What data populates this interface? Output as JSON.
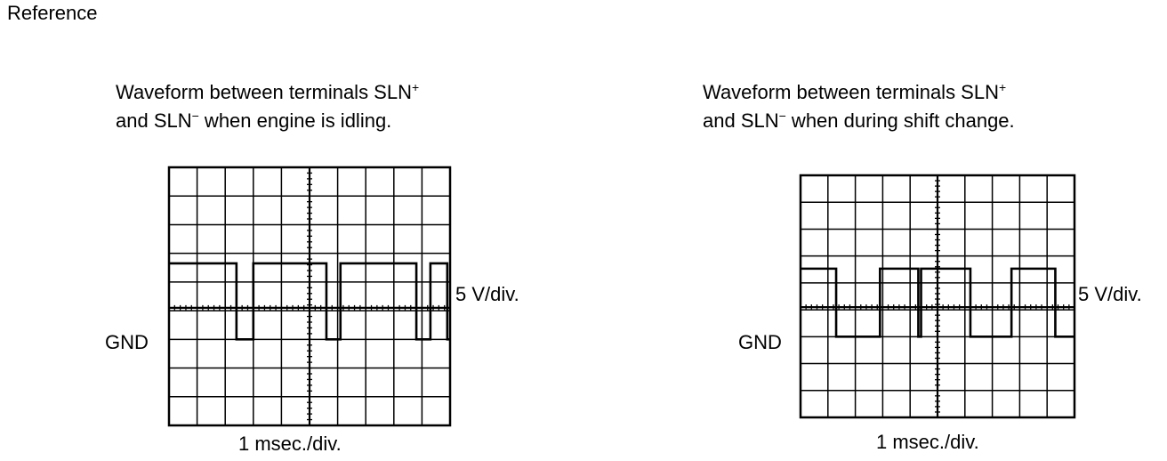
{
  "reference_label": "Reference",
  "panels": [
    {
      "caption_line1": "Waveform between terminals SLN",
      "caption_sup1": "+",
      "caption_line2_pre": "and SLN",
      "caption_sup2": "−",
      "caption_line2_post": " when engine is idling.",
      "gnd_label": "GND",
      "volt_label": "5 V/div.",
      "time_label": "1 msec./div.",
      "waveform": {
        "high_level_div": 1.0,
        "low_level_div": 0.0,
        "transitions_div": [
          0.0,
          2.4,
          3.0,
          5.6,
          6.1,
          8.8,
          9.3,
          9.9,
          10.0
        ],
        "start_high": true
      }
    },
    {
      "caption_line1": "Waveform between terminals SLN",
      "caption_sup1": "+",
      "caption_line2_pre": "and SLN",
      "caption_sup2": "−",
      "caption_line2_post": " when during shift change.",
      "gnd_label": "GND",
      "volt_label": "5 V/div.",
      "time_label": "1 msec./div.",
      "waveform": {
        "high_level_div": 1.0,
        "low_level_div": 0.0,
        "transitions_div": [
          0.0,
          1.3,
          2.9,
          4.3,
          4.4,
          6.2,
          7.7,
          9.3,
          10.0
        ],
        "start_high": true
      }
    }
  ]
}
